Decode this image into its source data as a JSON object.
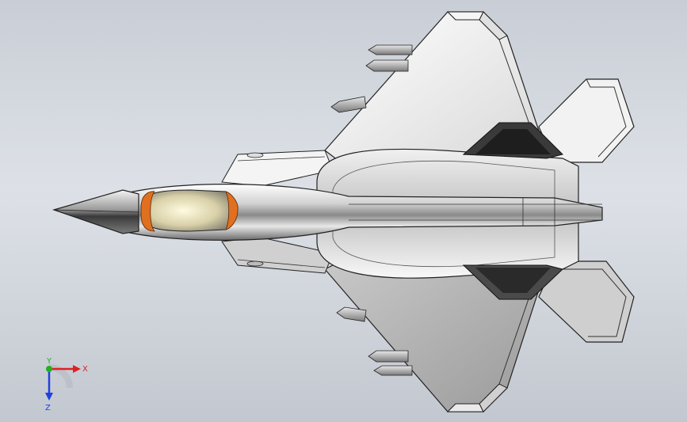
{
  "viewport": {
    "background_top": "#c9ced6",
    "background_bottom": "#c3c8d0"
  },
  "model": {
    "icon": "jet-fighter-model",
    "body_color": "#e6e6e6",
    "edge_color": "#222222",
    "canopy_color": "#f2e9b8",
    "canopy_frame_color": "#e0701c"
  },
  "triad": {
    "x_label": "X",
    "y_label": "Y",
    "z_label": "Z",
    "x_color": "#e02020",
    "y_color": "#20b020",
    "z_color": "#2040e0"
  }
}
